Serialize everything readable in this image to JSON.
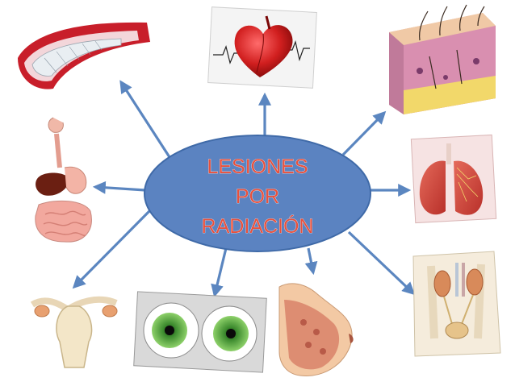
{
  "center": {
    "title_lines": [
      "LESIONES",
      "POR",
      "RADIACIÓN"
    ],
    "fill_color": "#5b83c1",
    "stroke_color": "#3f6aa8",
    "text_color": "#e8503c"
  },
  "arrow_color": "#5b86c0",
  "organs": [
    {
      "id": "blood-vessel",
      "icon": "blood-vessel-icon"
    },
    {
      "id": "heart",
      "icon": "heart-icon"
    },
    {
      "id": "skin",
      "icon": "skin-cross-section-icon"
    },
    {
      "id": "digestive-system",
      "icon": "digestive-system-icon"
    },
    {
      "id": "lungs",
      "icon": "lungs-icon"
    },
    {
      "id": "female-reproductive",
      "icon": "uterus-icon"
    },
    {
      "id": "eyes",
      "icon": "eyes-icon"
    },
    {
      "id": "breast",
      "icon": "breast-icon"
    },
    {
      "id": "urinary-system",
      "icon": "kidneys-bladder-icon"
    }
  ]
}
